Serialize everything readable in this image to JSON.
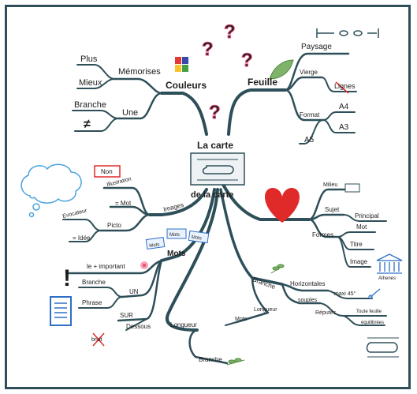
{
  "center": {
    "top": "La carte",
    "bottom": "de la carte"
  },
  "couleurs": {
    "label": "Couleurs",
    "memorises": "Mémorises",
    "plus": "Plus",
    "mieux": "Mieux",
    "une": "Une",
    "branche": "Branche",
    "neq": "≠"
  },
  "feuille": {
    "label": "Feuille",
    "paysage": "Paysage",
    "vierge": "Vierge",
    "lignes": "Lignes",
    "format": "Format",
    "a4": "A4",
    "a3": "A3",
    "a5": "A5"
  },
  "images": {
    "label": "Images",
    "non": "Non",
    "illustration": "Illustration",
    "eq_mot": "= Mot",
    "picto": "Picto",
    "evocateur": "Evocateur",
    "eq_idee": "= Idée"
  },
  "mots": {
    "label": "Mots",
    "cards": [
      "Mots",
      "Mots",
      "Mots"
    ],
    "important": "le + important",
    "un": "UN",
    "branche": "Branche",
    "phrase": "Phrase",
    "sur": "SUR",
    "dessous": "Dessous",
    "bruit": "bruit"
  },
  "longueur": {
    "label": "Longueur",
    "branche": "Branche"
  },
  "right": {
    "milieu": "Milieu",
    "sujet": "Sujet",
    "principal": "Principal",
    "formes": "Formes",
    "mot": "Mot",
    "titre": "Titre",
    "image": "Image",
    "athenes": "Athenes"
  },
  "branche_node": {
    "label": "Branche",
    "horizontales": "Horizontales",
    "maxi": "maxi 45°",
    "souples": "souples",
    "longueur": "Longueur",
    "mots": "Mots",
    "reputes": "Réputés",
    "toute_feuille": "Toute feuille",
    "equilibrees": "équilibrées"
  },
  "colors": {
    "branch": "#2e4f59",
    "question": "#e0507a",
    "heart": "#e02a2a",
    "leaf": "#7fb36b",
    "blue": "#2f6fc6",
    "cloud": "#4aa3df"
  }
}
